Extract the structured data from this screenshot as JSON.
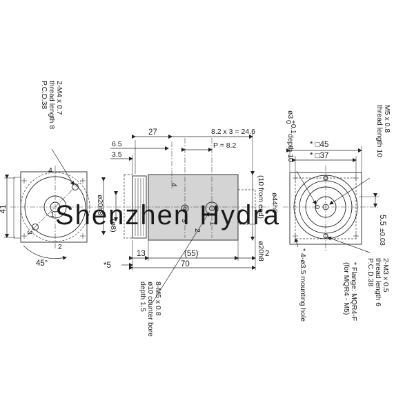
{
  "watermark": "Shenzhen Hydra",
  "left_view": {
    "callout_thread": [
      "2-M4 x 0.7",
      "thread length 8",
      "P.C.D.38"
    ],
    "dim_41": "41",
    "angle": "45°",
    "mark_4": "4",
    "mark_1": "1",
    "mark_3": "3",
    "mark_2": "2"
  },
  "center_view": {
    "dim_27": "27",
    "dim_6_5": "6.5",
    "dim_3_5": "3.5",
    "pitch_total": "8.2 x 3 = 24.6",
    "pitch": "P = 8.2",
    "dia_20h8_left": "ø20h8",
    "dia_8": "(ø8)",
    "dia_10_from_end": "(10 from end)",
    "dia_44h8": "ø44h8",
    "dia_20h8_right": "ø20h8",
    "dim_13": "13",
    "dim_55": "(55)",
    "dim_2": "2",
    "dim_5": "*5",
    "dim_70": "70",
    "port_4": "4",
    "port_3": "3",
    "port_2": "2",
    "port_1": "1",
    "callout_ports": [
      "8-M5 x 0.8",
      "ø10 counter bore",
      "depth 1.5"
    ]
  },
  "right_view": {
    "callout_bore": [
      "ø3",
      "+0.1",
      "0",
      "depth 10"
    ],
    "callout_m5": [
      "M5 x 0.8",
      "thread length 10"
    ],
    "dim_45": "* □45",
    "dim_37": "* □37",
    "dim_5_5": "5.5",
    "dim_5_5_tol": "±0.03",
    "callout_holes": "* 4-ø3.5 mounting hole",
    "callout_flange": [
      "* Flange: MQR4-F",
      "(for MQR4 - M5)"
    ],
    "callout_m3": [
      "2-M3 x 0.5",
      "thread length 6",
      "P.C.D.38"
    ]
  }
}
